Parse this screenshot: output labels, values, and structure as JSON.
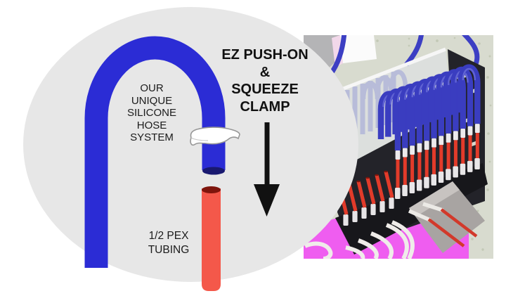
{
  "diagram": {
    "hose_label": [
      "OUR",
      "UNIQUE",
      "SILICONE",
      "HOSE",
      "SYSTEM"
    ],
    "headline": [
      "EZ PUSH-ON",
      "&",
      "SQUEEZE",
      "CLAMP"
    ],
    "pex_label": [
      "1/2 PEX",
      "TUBING"
    ],
    "colors": {
      "circle_bg": "#e7e7e7",
      "silicone_hose_blue": "#2b2cd5",
      "hose_opening_navy": "#191970",
      "pex_red": "#f4584a",
      "pex_opening_dark_red": "#7e150c",
      "clamp_white": "#ffffff",
      "arrow_black": "#111111",
      "text_black": "#1b1b1b"
    }
  },
  "photo": {
    "hose_loop_count": 12,
    "colors": {
      "background_speckle": "#d8dbcf",
      "manifold_black": "#232329",
      "hose_blue": "#3a3dc0",
      "pex_red": "#e23b2a",
      "fitting_white": "#eceaec",
      "floor_magenta": "#ef5df0",
      "ramp_gray": "#a8a4a2",
      "wall_gray": "#b4b4b6"
    }
  }
}
